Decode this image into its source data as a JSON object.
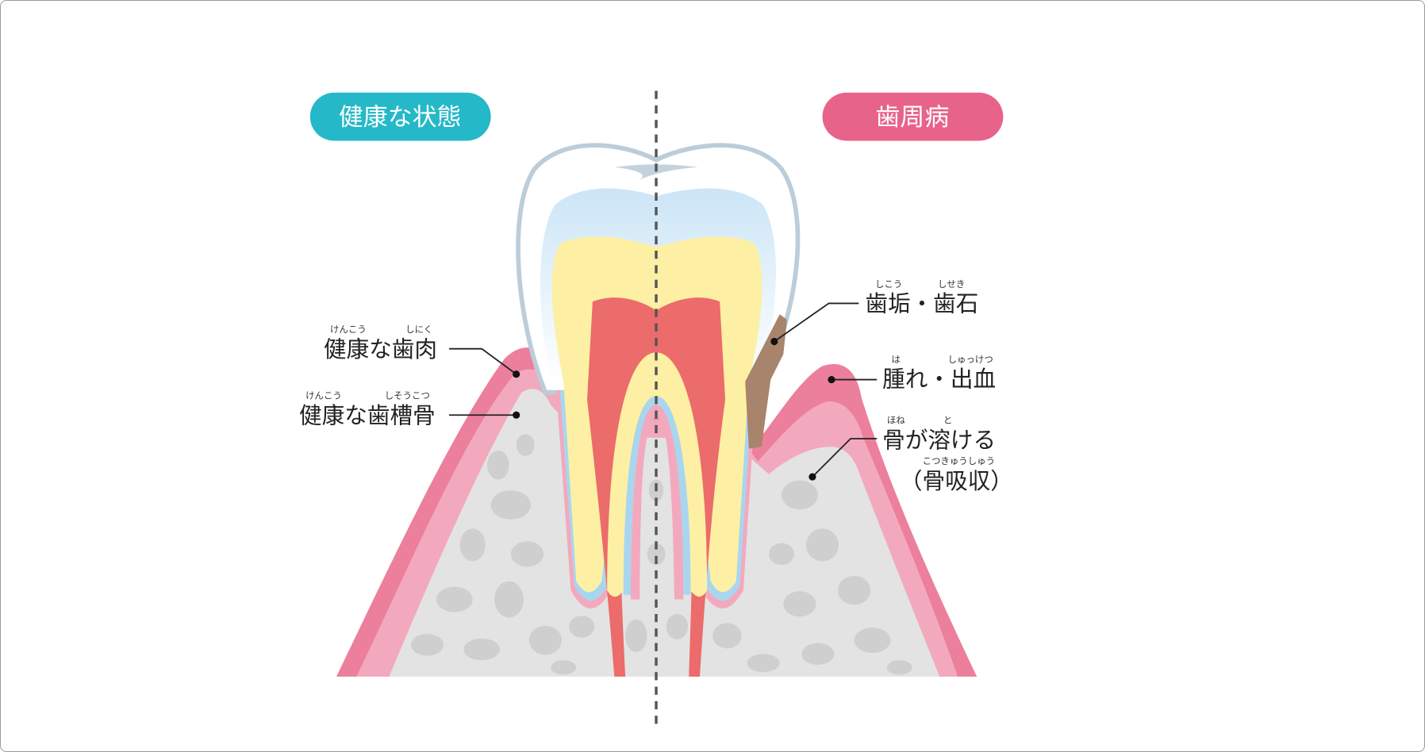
{
  "badges": {
    "healthy": {
      "label": "健康な状態",
      "color": "#25b8c8"
    },
    "disease": {
      "label": "歯周病",
      "color": "#e8638a"
    }
  },
  "labels": {
    "healthy_gum": {
      "text": "健康な歯肉",
      "ruby": [
        "けんこう",
        "しにく"
      ]
    },
    "healthy_bone": {
      "text": "健康な歯槽骨",
      "ruby": [
        "けんこう",
        "しそうこつ"
      ]
    },
    "plaque": {
      "text": "歯垢・歯石",
      "ruby": [
        "しこう",
        "しせき"
      ]
    },
    "swelling": {
      "text": "腫れ・出血",
      "ruby": [
        "は",
        "しゅっけつ"
      ]
    },
    "bone_loss": {
      "text": "骨が溶ける",
      "ruby": [
        "ほね",
        "と"
      ]
    },
    "resorption": {
      "text": "（骨吸収）",
      "ruby": [
        "こつきゅうしゅう"
      ]
    }
  },
  "colors": {
    "gum": "#ec7f9c",
    "gum_light": "#f3a9bd",
    "bone": "#e3e3e3",
    "dentin": "#fdf0a4",
    "pulp": "#ec6b6b",
    "plaque": "#a8846c"
  }
}
